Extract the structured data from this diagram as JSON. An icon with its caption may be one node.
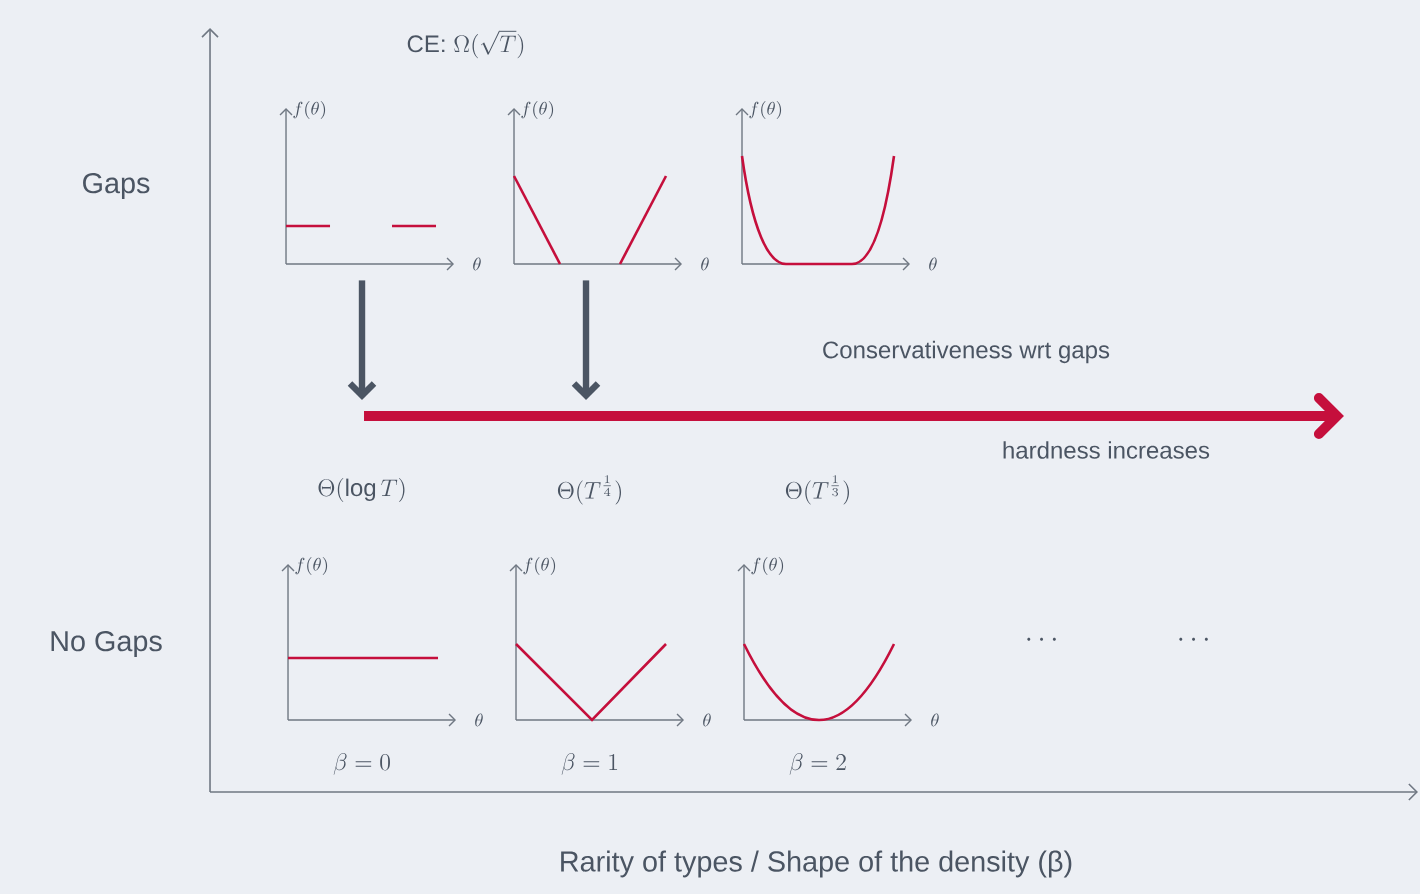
{
  "diagram": {
    "nodes": [
      {
        "text": [
          "f(\\theta)",
          "\\theta"
        ]
      },
      {
        "text": [
          "f(\\theta)",
          "\\theta"
        ]
      },
      {
        "text": [
          "f(\\theta)",
          "\\theta"
        ]
      },
      {
        "text": [
          "f(\\theta)",
          "\\theta"
        ],
        "beside": [
          "\\Theta(\\log T)",
          "\\beta=0"
        ]
      },
      {
        "text": [
          "f(\\theta)",
          "\\theta"
        ],
        "beside": [
          "\\Theta(T^{\\frac{1}{4}})",
          "\\beta=1"
        ]
      },
      {
        "text": [
          "f(\\theta)",
          "\\theta"
        ],
        "beside": [
          "\\Theta(T^{\\frac{1}{3}})",
          "\\beta=2"
        ]
      }
    ],
    "edges": [
      {
        "from": 0,
        "to": null,
        "arrow": "to"
      },
      {
        "from": 1,
        "to": null,
        "arrow": "to"
      }
    ],
    "labels": [
      "\\text{CE: }\\Omega(\\sqrt{T})",
      "Gaps",
      "Conservativeness wrt gaps",
      "hardness increases",
      "No Gaps",
      "\\cdots",
      "\\cdots",
      "Rarity of types / Shape of the density (β)"
    ]
  }
}
